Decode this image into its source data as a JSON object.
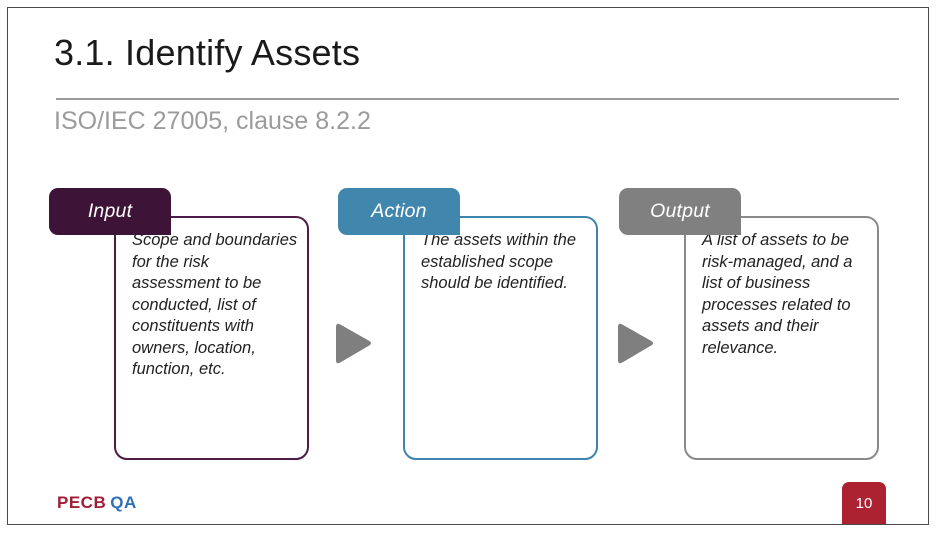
{
  "slide": {
    "title": "3.1. Identify Assets",
    "subtitle": "ISO/IEC 27005, clause 8.2.2",
    "page_number": "10",
    "logo": {
      "primary": "PECB",
      "secondary": "QA",
      "primary_color": "#9e2036",
      "secondary_color": "#2f6fb5"
    },
    "badge_color": "#ad2231",
    "frame_border_color": "#4a4a4a",
    "title_rule_color": "#9a9a9a",
    "arrow_color": "#7f7f7f"
  },
  "blocks": [
    {
      "label": "Input",
      "text": "Scope and boundaries for the risk assessment to be conducted, list of constituents with owners, location, function, etc.",
      "accent_color": "#3d1438",
      "border_color": "#4e1c46"
    },
    {
      "label": "Action",
      "text": "The assets within the established scope should be identified.",
      "accent_color": "#4186ad",
      "border_color": "#3e84ad"
    },
    {
      "label": "Output",
      "text": "A list of assets to be risk-managed, and a list of business processes related to assets and their relevance.",
      "accent_color": "#808080",
      "border_color": "#8a8a8a"
    }
  ],
  "arrows": [
    {
      "name": "arrow-input-to-action"
    },
    {
      "name": "arrow-action-to-output"
    }
  ]
}
